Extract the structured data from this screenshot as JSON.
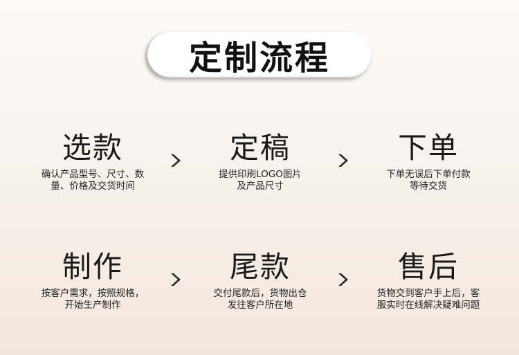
{
  "title": "定制流程",
  "steps": [
    {
      "title": "选款",
      "desc": [
        "确认产品型号、尺寸、数",
        "量、价格及交货时间"
      ]
    },
    {
      "title": "定稿",
      "desc": [
        "提供印刷LOGO图片",
        "及产品尺寸"
      ]
    },
    {
      "title": "下单",
      "desc": [
        "下单无误后下单付款",
        "等待交货"
      ]
    },
    {
      "title": "制作",
      "desc": [
        "按客户需求，按照规格，",
        "开始生产制作"
      ]
    },
    {
      "title": "尾款",
      "desc": [
        "交付尾款后，货物出仓",
        "发往客户所在地"
      ]
    },
    {
      "title": "售后",
      "desc": [
        "货物交到客户手上后，客",
        "服实时在线解决疑难问题"
      ]
    }
  ],
  "arrow_icon": "chevron-right-icon",
  "colors": {
    "text": "#1a1a1a",
    "arrow": "#2a2a2a"
  }
}
